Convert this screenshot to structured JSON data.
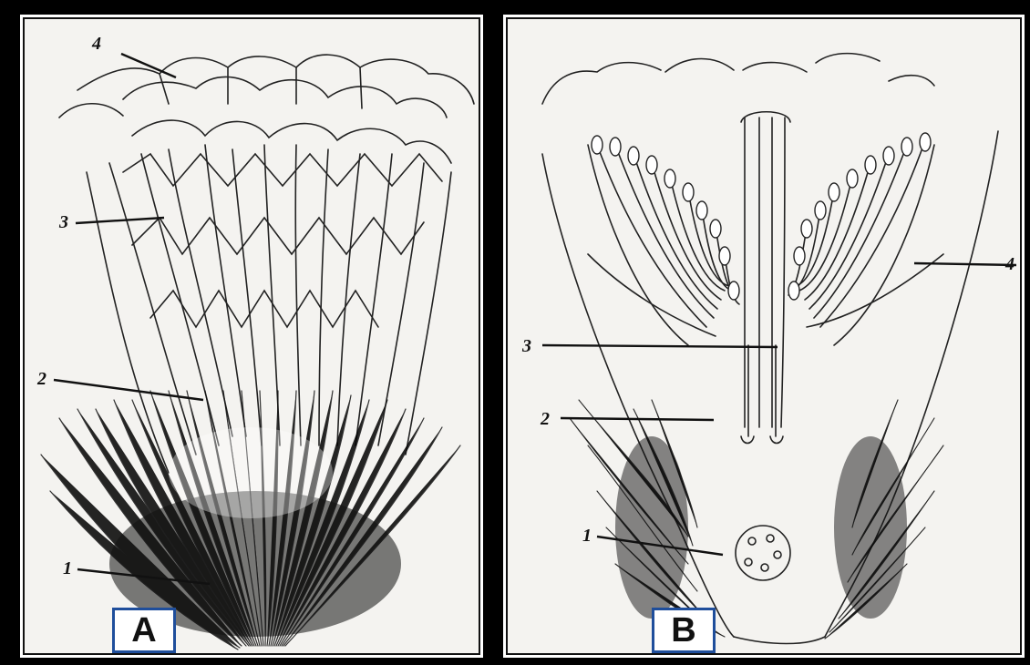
{
  "panels": [
    {
      "letter": "A",
      "labels": [
        "1",
        "2",
        "3",
        "4"
      ]
    },
    {
      "letter": "B",
      "labels": [
        "1",
        "2",
        "3",
        "4"
      ]
    }
  ]
}
